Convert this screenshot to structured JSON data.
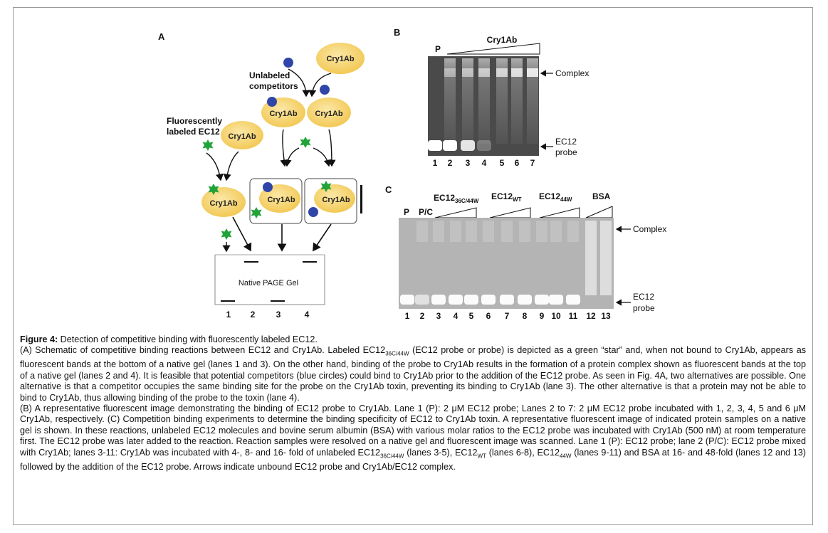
{
  "panelA": {
    "label": "A",
    "cry1ab": "Cry1Ab",
    "unlabeled_line1": "Unlabeled",
    "unlabeled_line2": "competitors",
    "fluor_line1": "Fluorescently",
    "fluor_line2": "labeled EC12",
    "gel_label": "Native PAGE Gel",
    "lanes": [
      "1",
      "2",
      "3",
      "4"
    ],
    "colors": {
      "cry1ab": "#f6d77c",
      "competitor": "#2f46a8",
      "probe": "#22a33a"
    }
  },
  "panelB": {
    "label": "B",
    "title": "Cry1Ab",
    "p_label": "P",
    "complex": "Complex",
    "probe_line1": "EC12",
    "probe_line2": "probe",
    "lanes": [
      "1",
      "2",
      "3",
      "4",
      "5",
      "6",
      "7"
    ]
  },
  "panelC": {
    "label": "C",
    "p_label": "P",
    "pc_label": "P/C",
    "g1_base": "EC12",
    "g1_sub": "36C/44W",
    "g2_base": "EC12",
    "g2_sub": "WT",
    "g3_base": "EC12",
    "g3_sub": "44W",
    "g4": "BSA",
    "complex": "Complex",
    "probe_line1": "EC12",
    "probe_line2": "probe",
    "lanes": [
      "1",
      "2",
      "3",
      "4",
      "5",
      "6",
      "7",
      "8",
      "9",
      "10",
      "11",
      "12",
      "13"
    ]
  },
  "caption": {
    "fig_label": "Figure 4:",
    "fig_title": " Detection of competitive binding with fluorescently labeled EC12.",
    "a_text_1": "(A) Schematic of competitive binding reactions between EC12 and Cry1Ab. Labeled EC12",
    "a_sub": "36C/44W",
    "a_text_2": " (EC12 probe or probe) is depicted as a green “star” and, when not bound to Cry1Ab, appears as fluorescent bands at the bottom of a native gel (lanes 1 and 3). On the other hand, binding of the probe to Cry1Ab results in the formation of a protein complex shown as fluorescent bands at the top of a native gel (lanes 2 and 4). It is feasible that potential competitors (blue circles) could bind to Cry1Ab prior to the addition of the EC12 probe. As seen in Fig. 4A, two alternatives are possible. One alternative is that a competitor occupies the same binding site for the probe on the Cry1Ab toxin, preventing its binding to Cry1Ab (lane 3). The other alternative is that a protein may not be able to bind to Cry1Ab, thus allowing binding of the probe to the toxin (lane 4).",
    "b_text_1": "(B) A representative fluorescent image demonstrating the binding of EC12 probe to Cry1Ab. Lane 1 (P): 2 μM EC12 probe; Lanes 2 to 7: 2 μM EC12 probe incubated with 1, 2, 3, 4, 5 and 6 μM Cry1Ab, respectively. (C) Competition binding experiments to determine the binding specificity of EC12 to Cry1Ab toxin. A representative fluorescent image of indicated protein samples on a native gel is shown. In these reactions, unlabeled EC12 molecules and bovine serum albumin (BSA) with various molar ratios to the EC12 probe was incubated with Cry1Ab (500 nM) at room temperature first. The EC12 probe was later added to the reaction. Reaction samples were resolved on a native gel and fluorescent image was scanned. Lane 1 (P): EC12 probe; lane 2 (P/C): EC12 probe mixed with Cry1Ab; lanes 3-11: Cry1Ab was incubated with 4-, 8- and 16- fold of unlabeled EC12",
    "b_sub1": "36C/44W",
    "b_text_2": " (lanes 3-5), EC12",
    "b_sub2": "WT",
    "b_text_3": " (lanes 6-8), EC12",
    "b_sub3": "44W",
    "b_text_4": " (lanes 9-11) and BSA at 16- and 48-fold (lanes 12 and 13) followed by the addition of the EC12 probe. Arrows indicate unbound EC12 probe and Cry1Ab/EC12 complex."
  }
}
